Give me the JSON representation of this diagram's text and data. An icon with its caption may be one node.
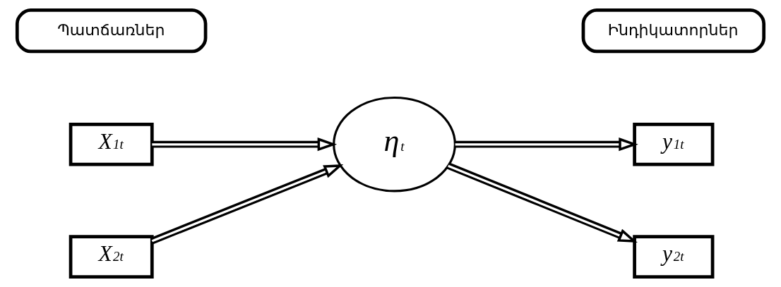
{
  "diagram": {
    "nodes": [
      {
        "text": [
          "Պատճառներ"
        ]
      },
      {
        "text": [
          "Ինդիկատորներ"
        ]
      },
      {
        "text": [
          "X$_{1t}$"
        ]
      },
      {
        "text": [
          "X$_{2t}$"
        ]
      },
      {
        "text": [
          "η$_{t}$"
        ]
      },
      {
        "text": [
          "y$_{1t}$"
        ]
      },
      {
        "text": [
          "y$_{2t}$"
        ]
      }
    ],
    "edges": [
      {
        "from": 2,
        "to": 4,
        "arrow": "to"
      },
      {
        "from": 3,
        "to": 4,
        "arrow": "to"
      },
      {
        "from": 4,
        "to": 5,
        "arrow": "to"
      },
      {
        "from": 4,
        "to": 6,
        "arrow": "to"
      }
    ]
  }
}
